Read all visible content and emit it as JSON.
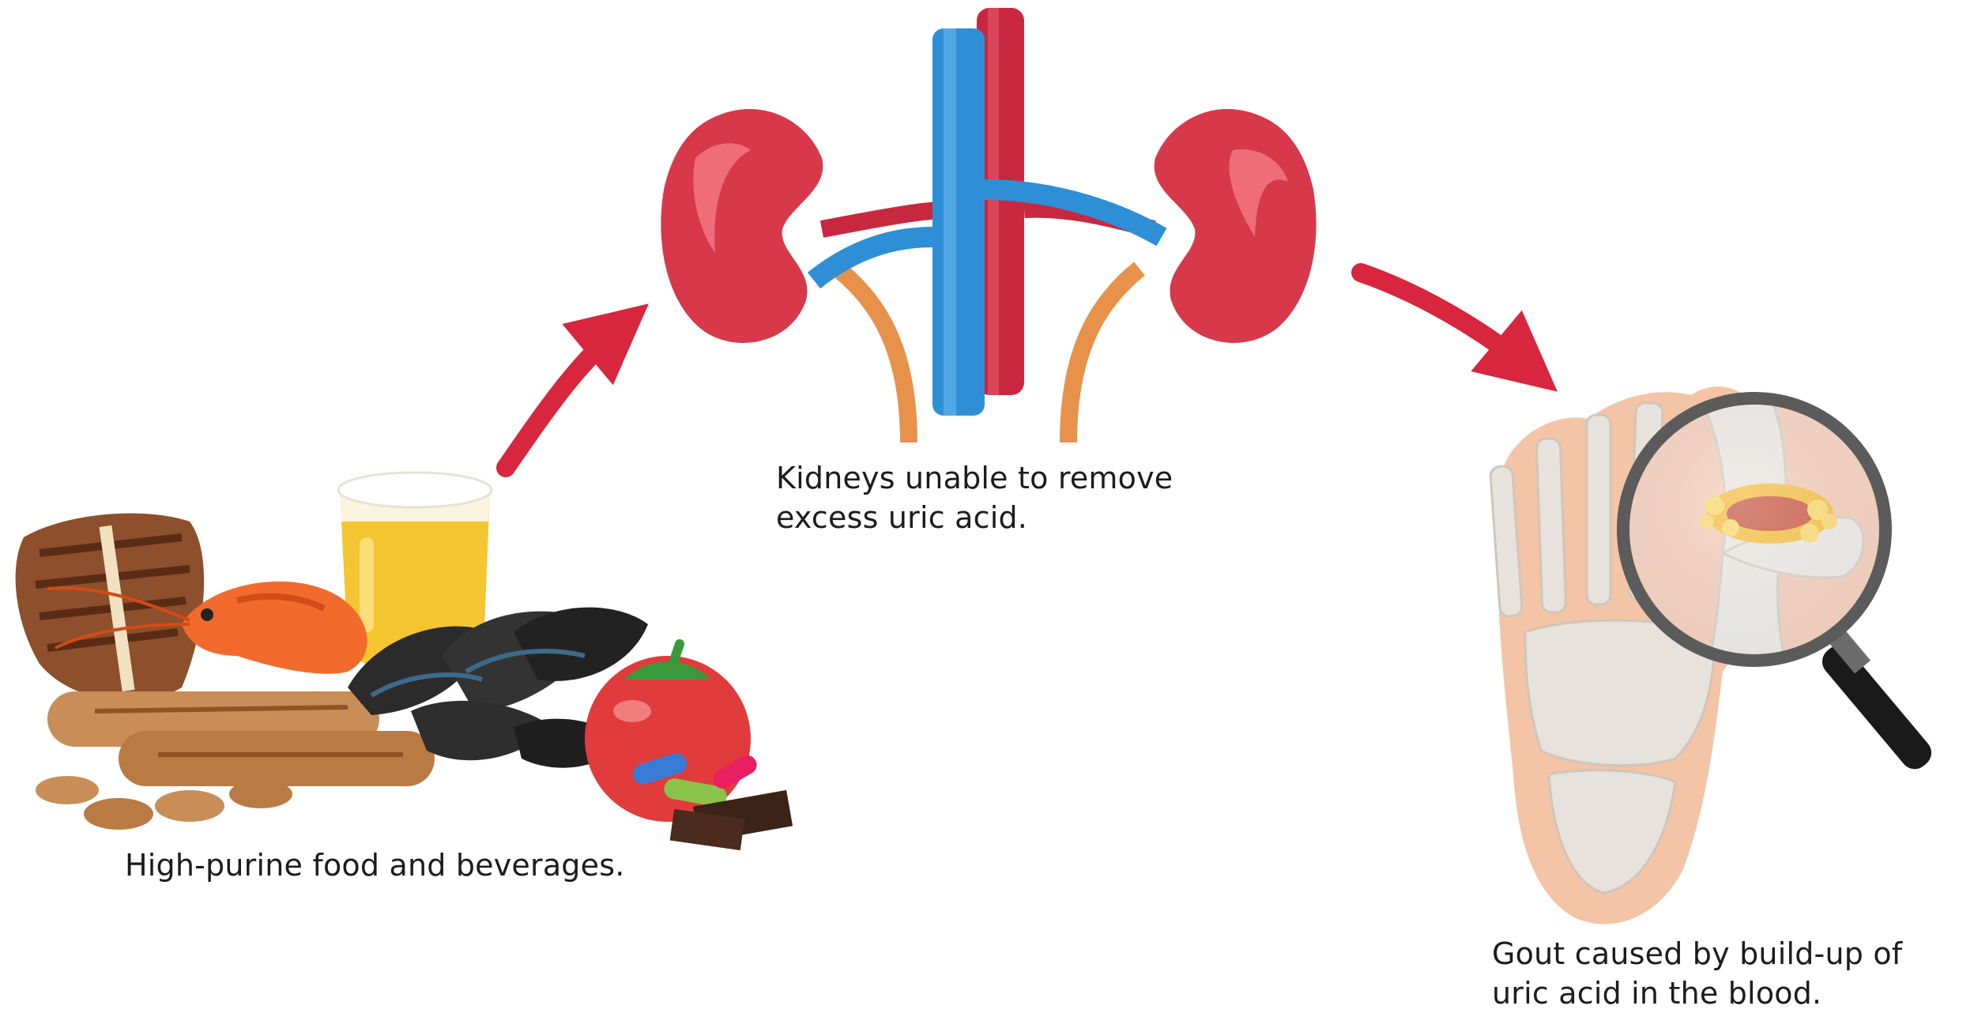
{
  "captions": {
    "food": "High-purine food and beverages.",
    "kidneys": [
      "Kidneys unable to remove",
      "excess uric acid."
    ],
    "gout": [
      "Gout caused by build-up of",
      "uric acid in the blood."
    ]
  },
  "colors": {
    "arrow": "#d7263d",
    "kidney": "#d7394a",
    "vein": "#2f8fd6",
    "artery": "#c8283f",
    "ureter": "#e8914a",
    "skin": "#f3c4a6",
    "bone": "#e7e2dc",
    "magnifier_rim": "#5b5b5b",
    "uric_crystals": "#f2b62b"
  },
  "icons": [
    "food-group-icon",
    "kidneys-icon",
    "foot-gout-icon",
    "magnifier-icon"
  ]
}
